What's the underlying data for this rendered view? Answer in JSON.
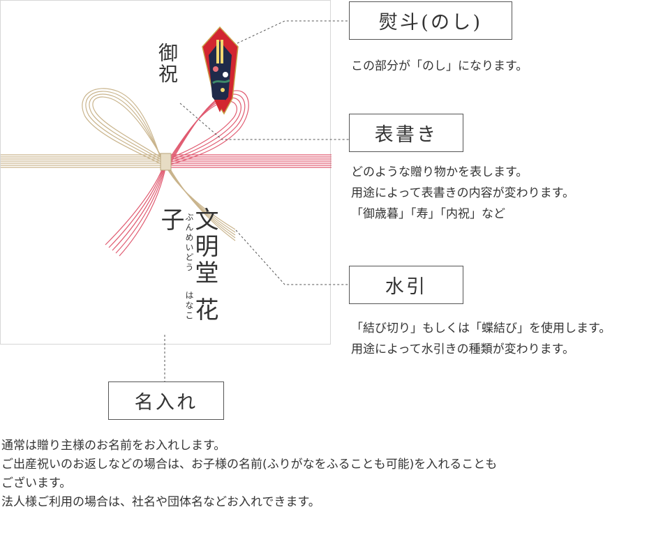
{
  "card": {
    "omotegaki": "御祝",
    "name": "文明堂 花子",
    "furigana_family": "ぶんめいどう",
    "furigana_given": "はなこ"
  },
  "labels": {
    "noshi": {
      "title": "熨斗(のし)",
      "lines": [
        "この部分が「のし」になります。"
      ]
    },
    "omotegaki": {
      "title": "表書き",
      "lines": [
        "どのような贈り物かを表します。",
        "用途によって表書きの内容が変わります。",
        "「御歳暮」「寿」「内祝」など"
      ]
    },
    "mizuhiki": {
      "title": "水引",
      "lines": [
        "「結び切り」もしくは「蝶結び」を使用します。",
        "用途によって水引きの種類が変わります。"
      ]
    },
    "naire": {
      "title": "名入れ",
      "lines": [
        "通常は贈り主様のお名前をお入れします。",
        "ご出産祝いのお返しなどの場合は、お子様の名前(ふりがなをふることも可能)を入れることも",
        "ございます。",
        "法人様ご利用の場合は、社名や団体名などお入れできます。"
      ]
    },
    "colors": {
      "red_cord": "#e05a70",
      "gold_cord": "#c9b48c",
      "noshi_red": "#d22630",
      "noshi_navy": "#1f2a4a",
      "noshi_gold": "#c9a24a",
      "text": "#333333",
      "border": "#555555"
    }
  }
}
